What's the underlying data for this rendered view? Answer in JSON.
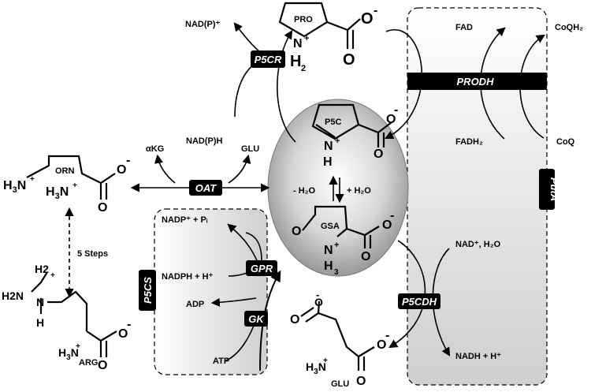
{
  "enzymes": {
    "p5cr": "P5CR",
    "prodh": "PRODH",
    "oat": "OAT",
    "gpr": "GPR",
    "gk": "GK",
    "p5cdh": "P5CDH",
    "p5cs": "P5CS",
    "puta": "PutA"
  },
  "metabolites": {
    "pro": "PRO",
    "p5c": "P5C",
    "gsa": "GSA",
    "orn": "ORN",
    "arg": "ARG",
    "glu": "GLU"
  },
  "cofactors": {
    "nadp_plus": "NAD(P)⁺",
    "nadph": "NAD(P)H",
    "akg": "αKG",
    "glu_oat": "GLU",
    "fad": "FAD",
    "fadh2": "FADH₂",
    "coqh2": "CoQH₂",
    "coq": "CoQ",
    "nadp_pi": "NADP⁺ + Pᵢ",
    "nadph_h": "NADPH + H⁺",
    "adp": "ADP",
    "atp": "ATP",
    "nad_h2o": "NAD⁺, H₂O",
    "nadh_h": "NADH + H⁺"
  },
  "annotations": {
    "minus_water": "- H₂O",
    "plus_water": "+ H₂O",
    "five_steps": "5 Steps"
  }
}
